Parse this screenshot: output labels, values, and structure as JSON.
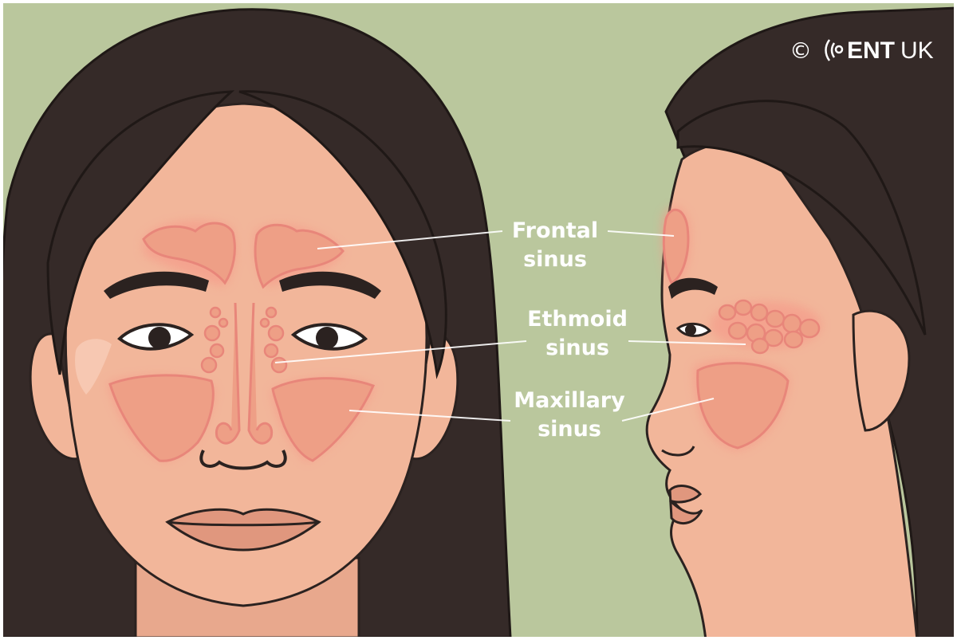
{
  "labels": {
    "frontal": [
      "Frontal",
      "sinus"
    ],
    "ethmoid": [
      "Ethmoid",
      "sinus"
    ],
    "maxillary": [
      "Maxillary",
      "sinus"
    ]
  },
  "watermark": {
    "copyright": "©",
    "brand_bold": "ENT",
    "brand_light": "UK"
  },
  "colors": {
    "background": "#bac79d",
    "skin": "#f2b69a",
    "hair": "#352a28",
    "sinus_fill": "#ee9f86",
    "sinus_glow": "#f59b8a",
    "outline": "#2b2220"
  }
}
